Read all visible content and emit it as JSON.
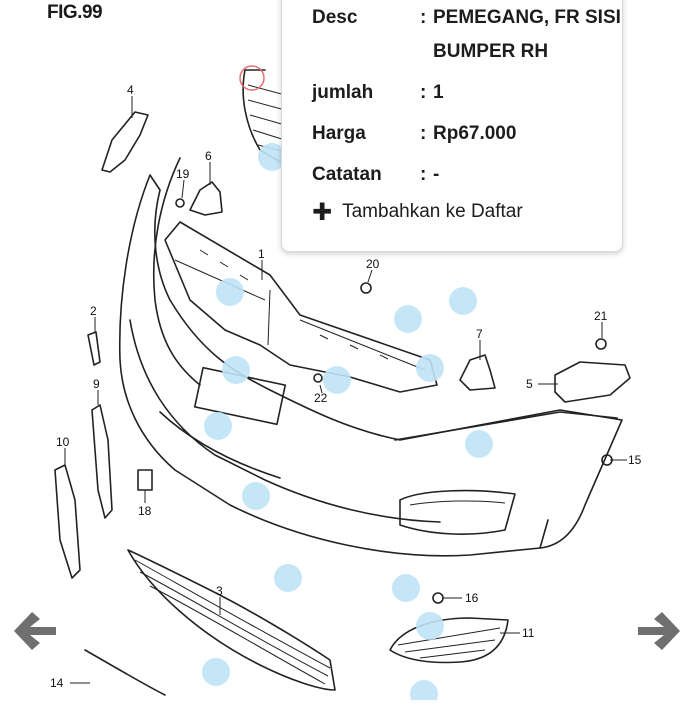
{
  "figure": {
    "title": "FIG.99"
  },
  "parts": [
    "1",
    "2",
    "3",
    "4",
    "5",
    "6",
    "7",
    "9",
    "10",
    "11",
    "14",
    "15",
    "16",
    "18",
    "19",
    "20",
    "21",
    "22"
  ],
  "popup": {
    "rows": [
      {
        "label": "Desc",
        "colon": ":",
        "value": "PEMEGANG, FR SISI BUMPER RH"
      },
      {
        "label": "jumlah",
        "colon": ":",
        "value": "1"
      },
      {
        "label": "Harga",
        "colon": ":",
        "value": "Rp67.000"
      },
      {
        "label": "Catatan",
        "colon": ":",
        "value": "-"
      }
    ],
    "add_label": "Tambahkan ke Daftar",
    "add_icon": "plus-icon"
  },
  "navigation": {
    "prev_icon": "arrow-left-icon",
    "next_icon": "arrow-right-icon",
    "arrow_color": "#6f6f6f"
  },
  "colors": {
    "hotspot": "#bfe3f5",
    "drawing": "#222222"
  }
}
